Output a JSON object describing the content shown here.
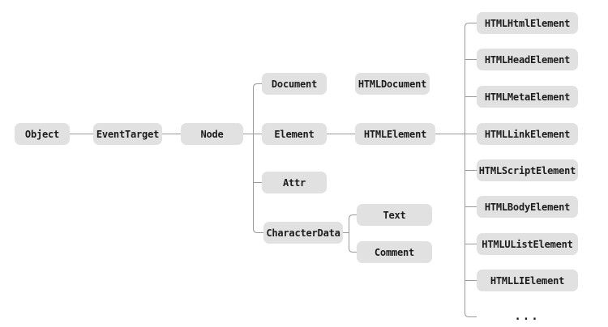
{
  "diagram": {
    "nodes": {
      "object": "Object",
      "event_target": "EventTarget",
      "node": "Node",
      "document": "Document",
      "html_document": "HTMLDocument",
      "element": "Element",
      "html_element": "HTMLElement",
      "attr": "Attr",
      "character_data": "CharacterData",
      "text": "Text",
      "comment": "Comment",
      "html_html_element": "HTMLHtmlElement",
      "html_head_element": "HTMLHeadElement",
      "html_meta_element": "HTMLMetaElement",
      "html_link_element": "HTMLLinkElement",
      "html_script_element": "HTMLScriptElement",
      "html_body_element": "HTMLBodyElement",
      "html_ulist_element": "HTMLUListElement",
      "html_li_element": "HTMLLIElement",
      "ellipsis": "..."
    },
    "edges": [
      [
        "Object",
        "EventTarget"
      ],
      [
        "EventTarget",
        "Node"
      ],
      [
        "Node",
        "Document"
      ],
      [
        "Node",
        "Element"
      ],
      [
        "Node",
        "Attr"
      ],
      [
        "Node",
        "CharacterData"
      ],
      [
        "Document",
        "HTMLDocument"
      ],
      [
        "Element",
        "HTMLElement"
      ],
      [
        "CharacterData",
        "Text"
      ],
      [
        "CharacterData",
        "Comment"
      ],
      [
        "HTMLElement",
        "HTMLHtmlElement"
      ],
      [
        "HTMLElement",
        "HTMLHeadElement"
      ],
      [
        "HTMLElement",
        "HTMLMetaElement"
      ],
      [
        "HTMLElement",
        "HTMLLinkElement"
      ],
      [
        "HTMLElement",
        "HTMLScriptElement"
      ],
      [
        "HTMLElement",
        "HTMLBodyElement"
      ],
      [
        "HTMLElement",
        "HTMLUListElement"
      ],
      [
        "HTMLElement",
        "HTMLLIElement"
      ],
      [
        "HTMLElement",
        "..."
      ]
    ],
    "colors": {
      "background": "#ffffff",
      "box_fill": "#e1e1e1",
      "line": "#999999",
      "text": "#1c1c1c"
    }
  }
}
